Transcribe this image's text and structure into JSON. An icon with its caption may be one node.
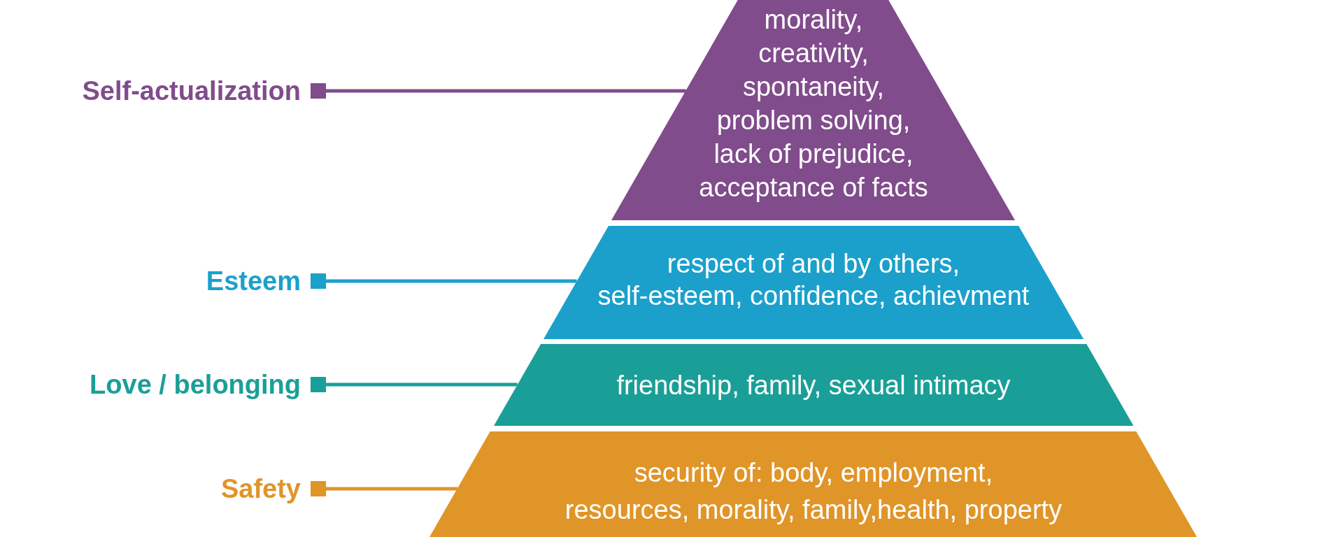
{
  "diagram": {
    "nodes": [
      {
        "text": [
          "Self-actualization"
        ]
      },
      {
        "text": [
          "morality, creativity, spontaneity, problem solving, lack of prejudice, acceptance of facts"
        ]
      },
      {
        "text": [
          "Esteem"
        ]
      },
      {
        "text": [
          "respect of and by others, self-esteem, confidence, achievment"
        ]
      },
      {
        "text": [
          "Love / belonging"
        ]
      },
      {
        "text": [
          "friendship, family, sexual intimacy"
        ]
      },
      {
        "text": [
          "Safety"
        ]
      },
      {
        "text": [
          "security of: body, employment, resources, morality, family,health, property"
        ]
      }
    ],
    "edges": [
      {
        "from": 0,
        "to": 1,
        "arrow": "other",
        "color": "#804c8c"
      },
      {
        "from": 2,
        "to": 3,
        "arrow": "other",
        "color": "#1ba0cb"
      },
      {
        "from": 4,
        "to": 5,
        "arrow": "other",
        "color": "#1a9f98"
      },
      {
        "from": 6,
        "to": 7,
        "arrow": "other",
        "color": "#e09528"
      }
    ]
  }
}
